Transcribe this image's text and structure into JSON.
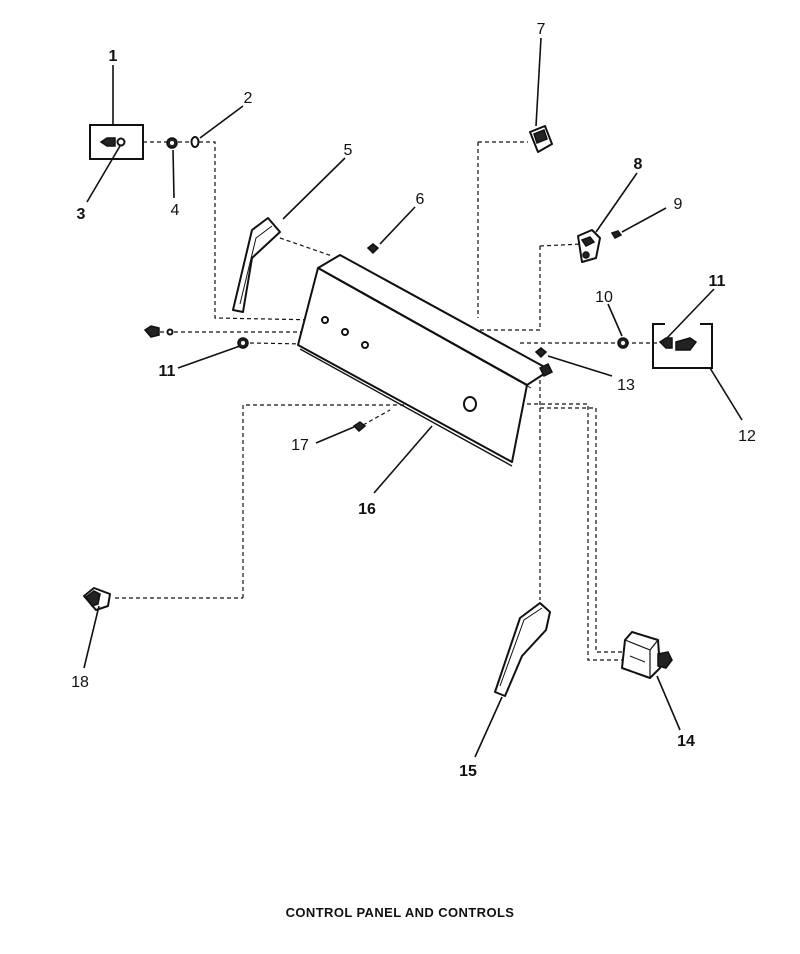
{
  "caption": "CONTROL PANEL AND CONTROLS",
  "callouts": [
    {
      "label": "1",
      "bold": true
    },
    {
      "label": "2",
      "bold": false
    },
    {
      "label": "3",
      "bold": true
    },
    {
      "label": "4",
      "bold": false
    },
    {
      "label": "5",
      "bold": false
    },
    {
      "label": "6",
      "bold": false
    },
    {
      "label": "7",
      "bold": false
    },
    {
      "label": "8",
      "bold": true
    },
    {
      "label": "9",
      "bold": false
    },
    {
      "label": "10",
      "bold": false
    },
    {
      "label": "11",
      "bold": true
    },
    {
      "label": "11",
      "bold": true
    },
    {
      "label": "12",
      "bold": false
    },
    {
      "label": "13",
      "bold": false
    },
    {
      "label": "14",
      "bold": true
    },
    {
      "label": "15",
      "bold": true
    },
    {
      "label": "16",
      "bold": true
    },
    {
      "label": "17",
      "bold": false
    },
    {
      "label": "18",
      "bold": false
    }
  ]
}
